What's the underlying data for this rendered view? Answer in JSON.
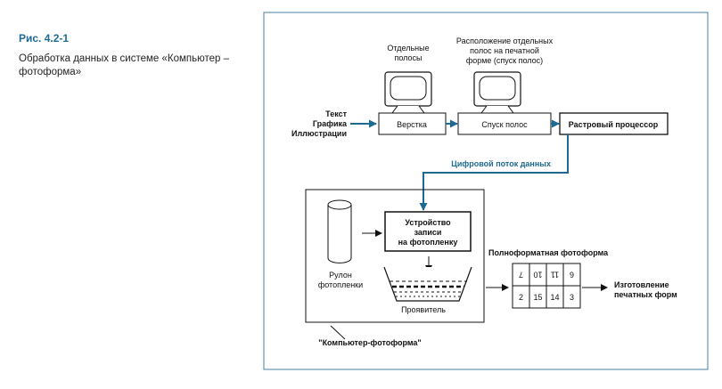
{
  "caption": {
    "title": "Рис. 4.2-1",
    "text": "Обработка данных в системе «Компьютер – фотоформа»"
  },
  "inputs": {
    "line1": "Текст",
    "line2": "Графика",
    "line3": "Иллюстрации"
  },
  "monitor1_label": {
    "line1": "Отдельные",
    "line2": "полосы"
  },
  "monitor2_label": {
    "line1": "Расположение отдельных",
    "line2": "полос на печатной",
    "line3": "форме (спуск полос)"
  },
  "boxes": {
    "layout": "Верстка",
    "imposition": "Спуск полос",
    "rip": "Растровый процессор",
    "recorder_line1": "Устройство",
    "recorder_line2": "записи",
    "recorder_line3": "на фотопленку"
  },
  "data_stream_label": "Цифровой поток данных",
  "film_roll": {
    "line1": "Рулон",
    "line2": "фотопленки"
  },
  "developer_label": "Проявитель",
  "system_label": "\"Компьютер-фотоформа\"",
  "full_format_label": "Полноформатная фотоформа",
  "pages": {
    "top": [
      "7",
      "10",
      "11",
      "6"
    ],
    "bottom": [
      "2",
      "15",
      "14",
      "3"
    ]
  },
  "output": {
    "line1": "Изготовление",
    "line2": "печатных форм"
  },
  "colors": {
    "accent": "#1d6a93",
    "frame": "#4a7fa3"
  }
}
